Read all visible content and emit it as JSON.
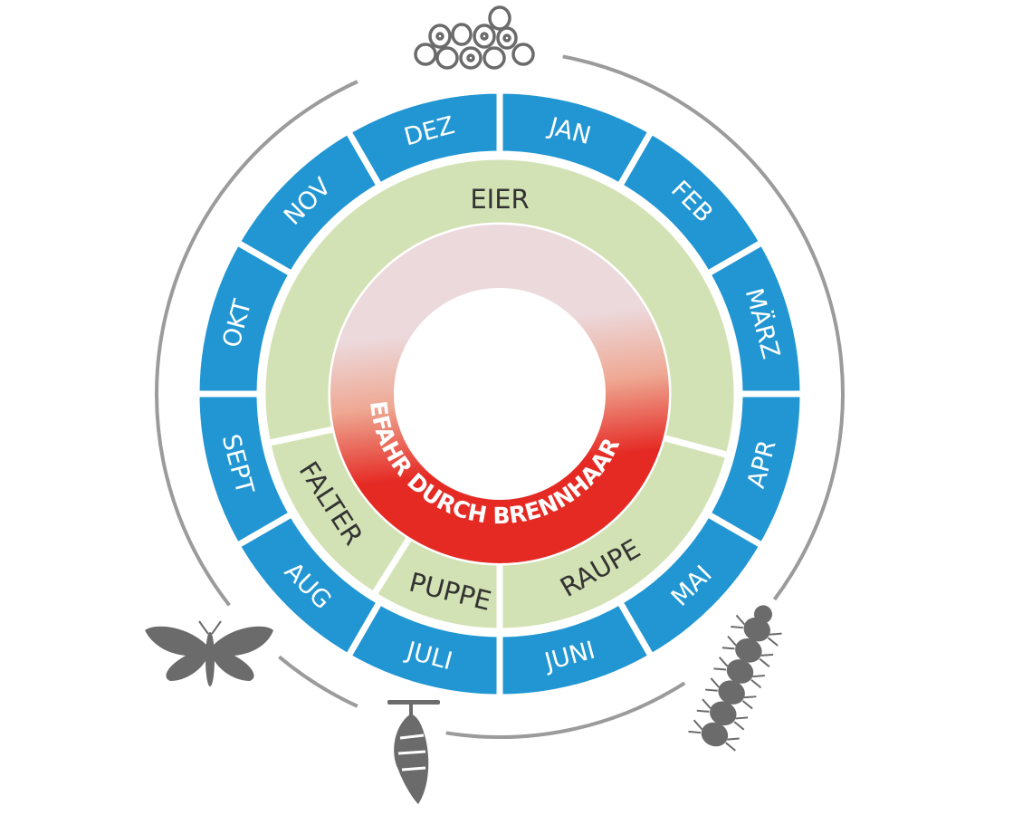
{
  "colors": {
    "month_ring": "#2196d3",
    "phase_ring": "#d3e2b4",
    "danger_top": "#ecd9dc",
    "danger_bottom": "#e52a24",
    "cycle_arc": "#9b9b9b",
    "icon": "#6b6b6b"
  },
  "months": [
    "JAN",
    "FEB",
    "MÄRZ",
    "APR",
    "MAI",
    "JUNI",
    "JULI",
    "AUG",
    "SEPT",
    "OKT",
    "NOV",
    "DEZ"
  ],
  "phases": [
    {
      "label": "EIER",
      "start_month": 8.6,
      "end_month": 15.5
    },
    {
      "label": "RAUPE",
      "start_month": 3.5,
      "end_month": 6.0
    },
    {
      "label": "PUPPE",
      "start_month": 6.0,
      "end_month": 7.07
    },
    {
      "label": "FALTER",
      "start_month": 7.07,
      "end_month": 8.6
    }
  ],
  "danger": {
    "label": "GEFAHR DURCH BRENNHAARE"
  },
  "icons": [
    "eggs-icon",
    "caterpillar-icon",
    "pupa-icon",
    "moth-icon"
  ]
}
